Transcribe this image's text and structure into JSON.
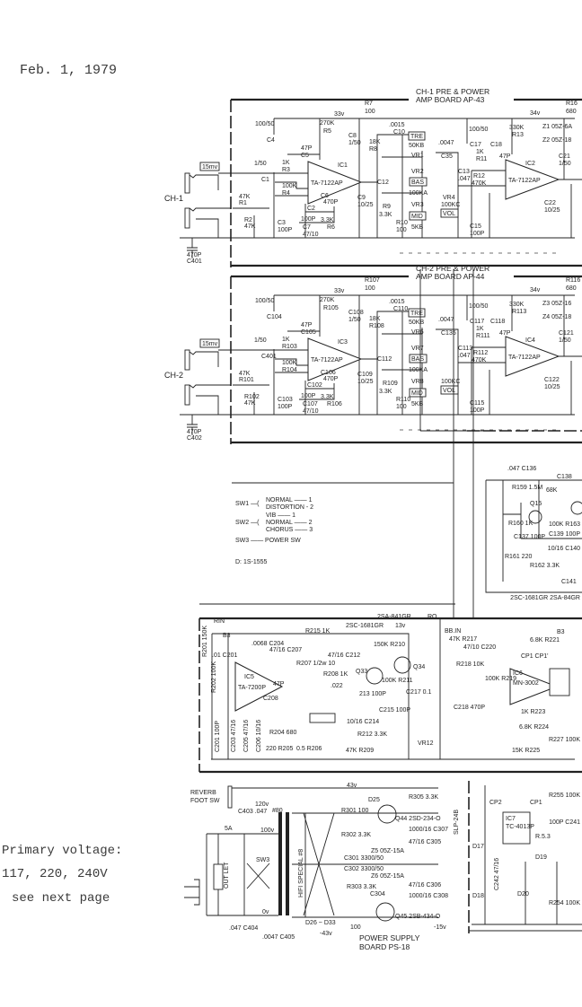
{
  "header": {
    "date": "Feb. 1, 1979"
  },
  "note": {
    "line1": "Primary voltage:",
    "line2": "117, 220, 240V",
    "line3": "see next page"
  },
  "ch1": {
    "label": "CH-1",
    "title1": "CH-1  PRE & POWER",
    "title2": "AMP BOARD AP-43",
    "level": "15mv",
    "rail1": "33v",
    "rail2": "34v",
    "r_feed": "R7",
    "r_feed_v": "100",
    "c_in": "C1",
    "c_in_v": "1/50",
    "r1": "R1",
    "r1_v": "47K",
    "r2": "R2",
    "r2_v": "47K",
    "c_gnd": "C401",
    "c_gnd_v": "470P",
    "c_sh": "C3",
    "c_sh_v": "100P",
    "r3": "R3",
    "r3_v": "1K",
    "r4": "R4",
    "r4_v": "100K",
    "r5": "R5",
    "r5_v": "270K",
    "c4": "C4",
    "c4_v": "100/50",
    "c5": "C5",
    "c5_v": "47P",
    "ic_a": "IC1",
    "ic_a_part": "TA-7122AP",
    "c2": "C2",
    "c2_v": "100P",
    "c6": "C6",
    "c6_v": "470P",
    "r6": "R6",
    "r6_v": "3.3K",
    "c7": "C7",
    "c7_v": "47/10",
    "c8": "C8",
    "c8_v": "1/50",
    "c9": "C9",
    "c9_v": "10/25",
    "r8": "R8",
    "r8_v": "18K",
    "c10": "C10",
    "c10_v": ".0015",
    "tre": "TRE",
    "tre_v": "50KB",
    "vr1": "VR1",
    "vr2": "VR2",
    "bas": "BAS",
    "bas_v": "100KA",
    "vr3": "VR3",
    "mid": "MID",
    "mid_v": "5KB",
    "r9": "R9",
    "r9_v": "3.3K",
    "r10": "R10",
    "r10_v": "100",
    "c12": "C12",
    "c35": "C35",
    "c35_v": ".0047",
    "c13": "C13",
    "c13_v": ".047",
    "vr4": "VR4",
    "vr4_v": "100KC",
    "vol": "VOL",
    "c17": "C17",
    "c17_v": "100/50",
    "r11": "R11",
    "r11_v": "1K",
    "r12": "R12",
    "r12_v": "470K",
    "c15": "C15",
    "c15_v": "100P",
    "r13": "R13",
    "r13_v": "330K",
    "c18": "C18",
    "c18_v": "47P",
    "ic_b": "IC2",
    "ic_b_part": "TA-7122AP",
    "r16": "R16",
    "r16_v": "680",
    "z1": "Z1 05Z-6A",
    "z2": "Z2 05Z-18",
    "c21": "C21",
    "c21_v": "1/50",
    "c22": "C22",
    "c22_v": "10/25"
  },
  "ch2": {
    "label": "CH-2",
    "title1": "CH-2  PRE & POWER",
    "title2": "AMP BOARD AP-44",
    "level": "15mv",
    "rail1": "33v",
    "rail2": "34v",
    "r_feed": "R107",
    "r_feed_v": "100",
    "c_in": "C401",
    "c_in_v": "1/50",
    "r1": "R101",
    "r1_v": "47K",
    "r2": "R102",
    "r2_v": "47K",
    "c_gnd": "C402",
    "c_gnd_v": "470P",
    "c_sh": "C103",
    "c_sh_v": "100P",
    "r3": "R103",
    "r3_v": "1K",
    "r4": "R104",
    "r4_v": "100K",
    "r5": "R105",
    "r5_v": "270K",
    "c4": "C104",
    "c4_v": "100/50",
    "c5": "C105",
    "c5_v": "47P",
    "ic_a": "IC3",
    "ic_a_part": "TA-7122AP",
    "c2": "C102",
    "c2_v": "100P",
    "c6": "C106",
    "c6_v": "470P",
    "r6": "R106",
    "r6_v": "3.3K",
    "c7": "C107",
    "c7_v": "47/10",
    "c8": "C108",
    "c8_v": "1/50",
    "c9": "C109",
    "c9_v": "10/25",
    "r8": "R108",
    "r8_v": "18K",
    "c10": "C110",
    "c10_v": ".0015",
    "tre": "TRE",
    "tre_v": "50KB",
    "vr1": "VR6",
    "vr2": "VR7",
    "bas": "BAS",
    "bas_v": "100KA",
    "vr3": "VR8",
    "mid": "MID",
    "mid_v": "5KB",
    "r9": "R109",
    "r9_v": "3.3K",
    "r10": "R110",
    "r10_v": "100",
    "c12": "C112",
    "c35": "C135",
    "c35_v": ".0047",
    "c13": "C113",
    "c13_v": ".047",
    "vr4": "",
    "vr4_v": "100KC",
    "vol": "VOL",
    "c17": "C117",
    "c17_v": "100/50",
    "r11": "R111",
    "r11_v": "1K",
    "r12": "R112",
    "r12_v": "470K",
    "c15": "C115",
    "c15_v": "100P",
    "r13": "R113",
    "r13_v": "330K",
    "c18": "C118",
    "c18_v": "47P",
    "ic_b": "IC4",
    "ic_b_part": "TA-7122AP",
    "r16": "R116",
    "r16_v": "680",
    "z1": "Z3 05Z-16",
    "z2": "Z4 05Z-18",
    "c21": "C121",
    "c21_v": "1/50",
    "c22": "C122",
    "c22_v": "10/25"
  },
  "legend": {
    "sw1": "SW1 —(",
    "sw1_a": "NORMAL —— 1",
    "sw1_b": "DISTORTION - 2",
    "sw2": "SW2 —(",
    "sw2_a": "VIB —— 1",
    "sw2_b": "NORMAL —— 2",
    "sw2_c": "CHORUS —— 3",
    "sw3": "SW3 —— POWER SW",
    "diodes": "D: 1S-1555"
  },
  "vib": {
    "c136": ".047 C136",
    "c138": "C138",
    "r159": "R159 1.5M",
    "r161a": "68K",
    "q15": "Q15",
    "r160": "R160 1K",
    "r163": "100K R163",
    "c137": "C137 100P",
    "c139": "C139 100P",
    "c140": "10/16 C140",
    "r161": "R161 220",
    "r162": "R162 3.3K",
    "c141": "C141",
    "footer": "2SC-1681GR 2SA-84GR"
  },
  "reverb": {
    "rin": "RIN",
    "b3": "B3",
    "r201": "R201 150K",
    "c201": ".01 C201",
    "r202": "R202 100K",
    "c204": ".0068 C204",
    "ic5": "IC5",
    "ic5_part": "TA-7200P",
    "c207": "47/16 C207",
    "p47": "47P",
    "c208": "C208",
    "r207": "R207 1/2w 10",
    "r215": "R215 1K",
    "q_top1": "2SC-1681GR",
    "v13": "13v",
    "q_top2": "2SA-841GR",
    "ro": "RO",
    "c212": "47/16 C212",
    "r210": "150K R210",
    "q33": "Q33",
    "q34": "Q34",
    "r208": "R208 1K",
    "c022": ".022",
    "c213": "213 100P",
    "r211": "100K R211",
    "c217": "C217 0.1",
    "c215": "C215 100P",
    "c214": "10/16 C214",
    "r212": "R212 3.3K",
    "r209": "47K R209",
    "r205": "220 R205",
    "r206": "0.5 R206",
    "r204": "R204 680",
    "vr12": "VR12",
    "c201b": "C201 100P",
    "c203": "C203 47/16",
    "c205": "C205 47/16",
    "c206": "C206 10/16",
    "bbin": "BB.IN",
    "r217": "47K R217",
    "c220": "47/10 C220",
    "r218": "R218 10K",
    "c218": "C218 470P",
    "ic6": "IC6",
    "ic6_part": "MN-3002",
    "cp": "CP1 CP1'",
    "r221": "6.8K R221",
    "r219": "100K R219",
    "r223": "1K R223",
    "r224": "6.8K R224",
    "r225": "15K R225",
    "r227": "R227 100K",
    "b3b": "B3"
  },
  "power": {
    "foot_sw": "REVERB",
    "foot_sw2": "FOOT SW",
    "fuse": "5A",
    "c403": "C403 .047",
    "t120": "120v",
    "t100": "100v",
    "t0": "0v",
    "tnum": "#80",
    "sw3": "SW3",
    "outlet": "OUT LET",
    "c404": ".047 C404",
    "c405": ".0047 C405",
    "hifi": "HIFI SPECIAL #8",
    "v43": "43v",
    "d25": "D25",
    "r305": "R305 3.3K",
    "r301": "R301 100",
    "q44": "Q44 2SD-234-O",
    "r302": "R302 3.3K",
    "c301": "C301 3300/50",
    "c302": "C302 3300/50",
    "z5": "Z5 05Z-15A",
    "z6": "Z6 05Z-15A",
    "c305": "47/16 C305",
    "c306": "47/16 C306",
    "c307": "1000/16 C307",
    "c308": "1000/16 C308",
    "r303": "R303 3.3K",
    "c304": "C304",
    "q45": "Q45 2SB-434-O",
    "d26": "D26 ~ D33",
    "vneg": "-43v",
    "v15": "-15v",
    "slp": "SLP-24B",
    "r100": "100",
    "title1": "POWER  SUPPLY",
    "title2": "BOARD  PS-18",
    "cp2": "CP2",
    "ic7": "IC7",
    "ic7_part": "TC-4013P",
    "cp1": "CP1",
    "d17": "D17",
    "d18": "D18",
    "d19": "D19",
    "d20": "D20",
    "r255": "R255 100K",
    "c241": "100P C241",
    "r254": "R254 100K",
    "c242": "C242 47/16",
    "r253": "R.5.3"
  }
}
